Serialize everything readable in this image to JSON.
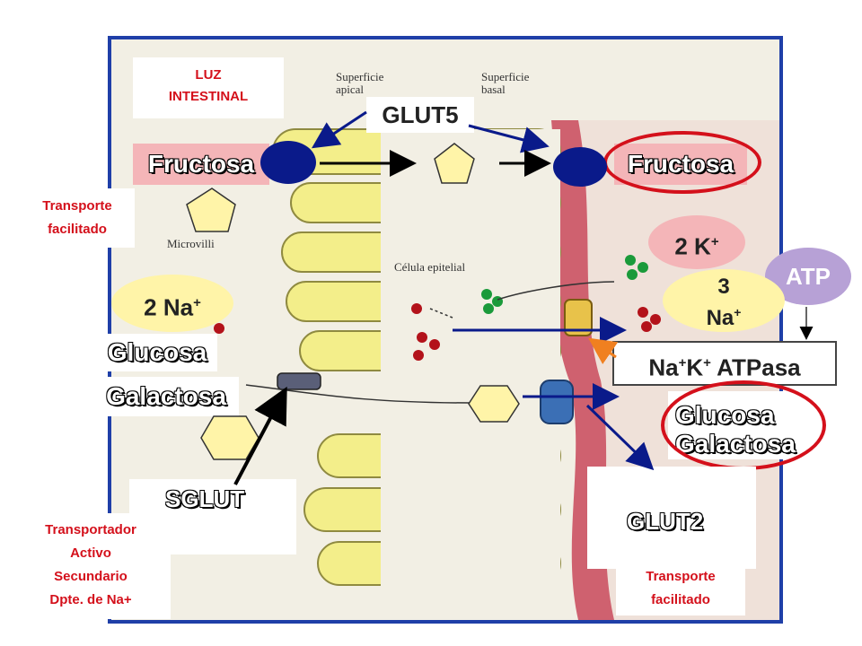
{
  "labels": {
    "luz_intestinal_1": "LUZ",
    "luz_intestinal_2": "INTESTINAL",
    "glut5": "GLUT5",
    "fructosa_left": "Fructosa",
    "fructosa_right": "Fructosa",
    "transporte_facilitado_left_1": "Transporte",
    "transporte_facilitado_left_2": "facilitado",
    "k_ion": "2 K",
    "k_sup": "+",
    "atp": "ATP",
    "na3_1": "3",
    "na3_2": "Na",
    "na3_sup": "+",
    "na2": "2 Na",
    "na2_sup": "+",
    "glucosa_left": "Glucosa",
    "galactosa_left": "Galactosa",
    "atpasa_1": "Na",
    "atpasa_sup1": "+",
    "atpasa_2": "K",
    "atpasa_sup2": "+",
    "atpasa_3": " ATPasa",
    "glucosa_right": "Glucosa",
    "galactosa_right": "Galactosa",
    "sglut": "SGLUT",
    "glut2": "GLUT2",
    "transportador_1": "Transportador",
    "transportador_2": "Activo",
    "transportador_3": "Secundario",
    "transportador_4": "Dpte. de Na+",
    "transporte_facilitado_right_1": "Transporte",
    "transporte_facilitado_right_2": "facilitado",
    "figure_superficie_apical_1": "Superficie",
    "figure_superficie_apical_2": "apical",
    "figure_superficie_basal_1": "Superficie",
    "figure_superficie_basal_2": "basal",
    "figure_microvilli": "Microvilli",
    "figure_celula": "Célula epitelial"
  },
  "colors": {
    "frame": "#1f3fa8",
    "red_text": "#d4101b",
    "pink": "#f4b5b8",
    "yellow": "#fff4a8",
    "navy": "#0a1a8a"
  }
}
